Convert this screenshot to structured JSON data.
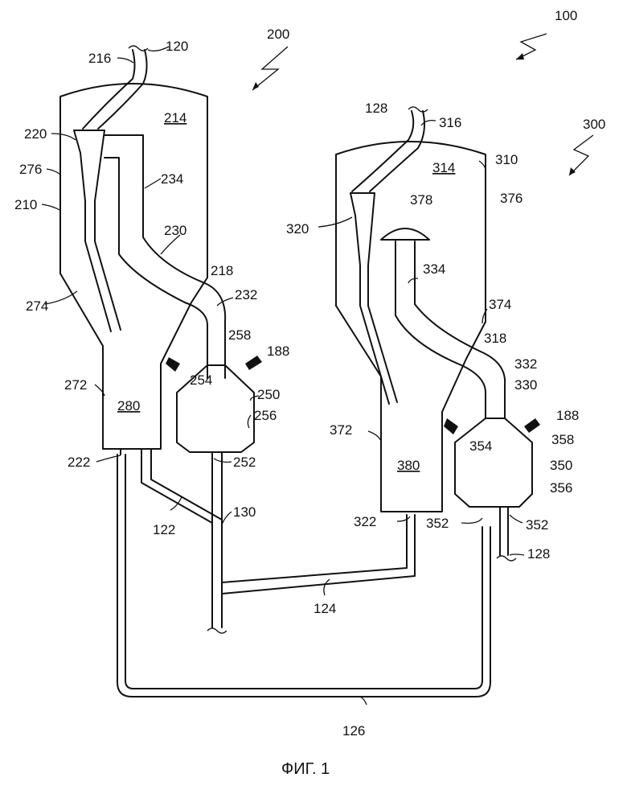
{
  "figure": {
    "caption": "ФИГ. 1"
  },
  "labels": {
    "sys_100": "100",
    "unit_200": "200",
    "unit_300": "300",
    "l120": "120",
    "l216": "216",
    "l214": "214",
    "l220": "220",
    "l276": "276",
    "l210": "210",
    "l234": "234",
    "l230": "230",
    "l218": "218",
    "l232": "232",
    "l274": "274",
    "l258": "258",
    "l188a": "188",
    "l254": "254",
    "l250": "250",
    "l272": "272",
    "l280": "280",
    "l256": "256",
    "l222": "222",
    "l252": "252",
    "l122": "122",
    "l130": "130",
    "l124": "124",
    "l126": "126",
    "l128a": "128",
    "l316": "316",
    "l314": "314",
    "l310": "310",
    "l376": "376",
    "l378": "378",
    "l320": "320",
    "l334": "334",
    "l374": "374",
    "l318": "318",
    "l332": "332",
    "l330": "330",
    "l188b": "188",
    "l354": "354",
    "l358": "358",
    "l372": "372",
    "l380": "380",
    "l350": "350",
    "l356": "356",
    "l322": "322",
    "l352a": "352",
    "l352b": "352",
    "l128b": "128"
  }
}
